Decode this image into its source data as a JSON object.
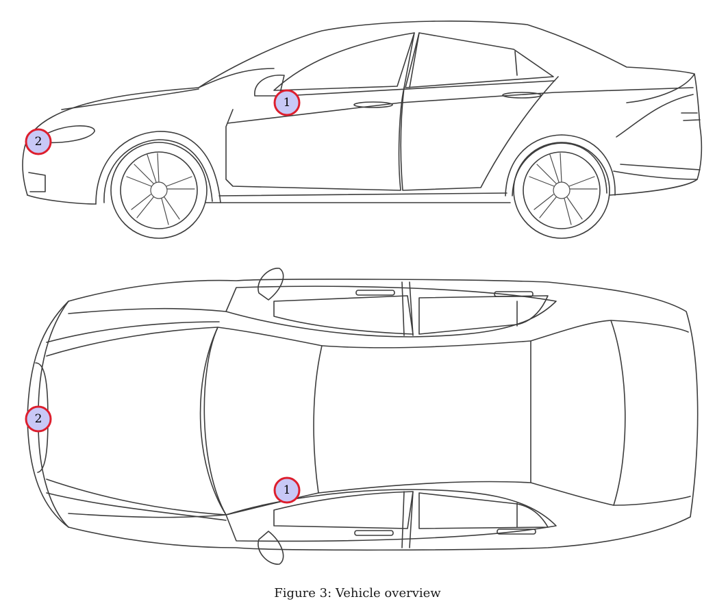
{
  "caption": "Figure 3: Vehicle overview",
  "views": [
    {
      "name": "side-view"
    },
    {
      "name": "top-view"
    }
  ],
  "markers": [
    {
      "view": "side-view",
      "label": "1",
      "part": "driver-door"
    },
    {
      "view": "side-view",
      "label": "2",
      "part": "front-headlight"
    },
    {
      "view": "top-view",
      "label": "2",
      "part": "front-bumper"
    },
    {
      "view": "top-view",
      "label": "1",
      "part": "driver-side-door"
    }
  ],
  "colors": {
    "marker_fill": "#c8c8f6",
    "marker_stroke": "#dd1e2d",
    "line": "#3c3c3c"
  }
}
